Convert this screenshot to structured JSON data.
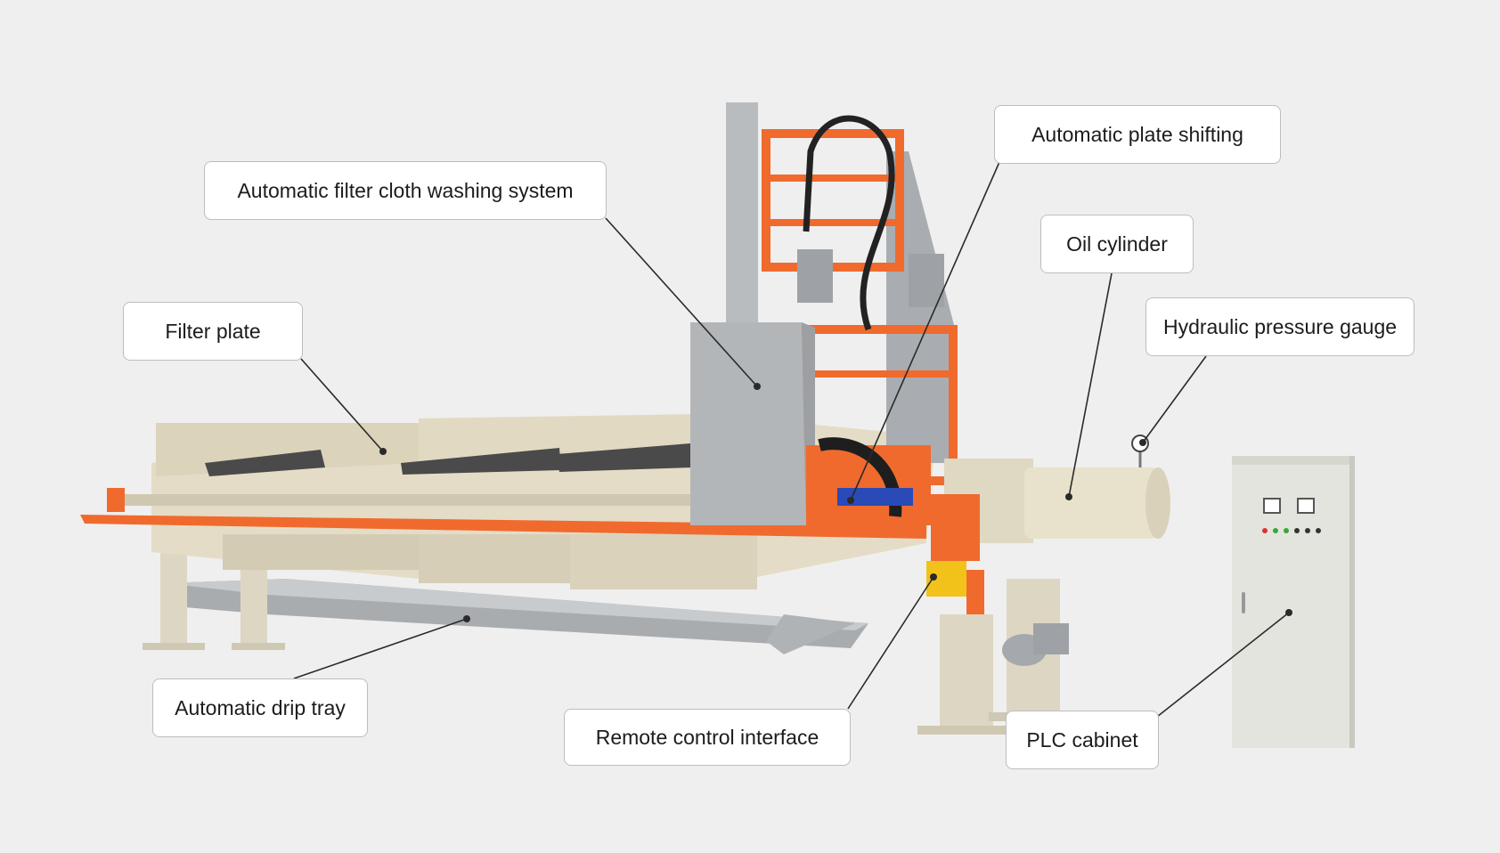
{
  "labels": {
    "washing": "Automatic filter cloth washing system",
    "filter_plate": "Filter plate",
    "plate_shifting": "Automatic plate shifting",
    "oil_cylinder": "Oil cylinder",
    "gauge": "Hydraulic pressure gauge",
    "drip_tray": "Automatic drip tray",
    "remote": "Remote control interface",
    "plc": "PLC cabinet"
  },
  "colors": {
    "background": "#efefef",
    "machine_beige": "#e4dcc6",
    "frame_orange": "#f06a2e",
    "steel": "#b9bcbf",
    "leader_line": "#2a2a2a"
  }
}
